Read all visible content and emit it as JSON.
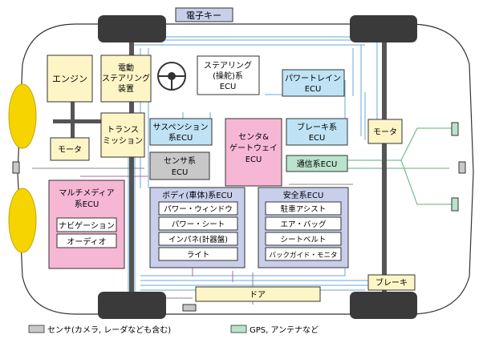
{
  "labels": {
    "electronic_key": "電子キー",
    "engine": "エンジン",
    "power_steering": [
      "電動",
      "ステアリング",
      "装置"
    ],
    "motor_left": "モータ",
    "transmission": [
      "トランス",
      "ミッション"
    ],
    "steering_ecu": [
      "ステアリング",
      "(操舵)系",
      "ECU"
    ],
    "powertrain_ecu": [
      "パワートレイン",
      "ECU"
    ],
    "suspension_ecu": [
      "サスペンション",
      "系ECU"
    ],
    "gateway_ecu": [
      "センタ&",
      "ゲートウェイ",
      "ECU"
    ],
    "brake_ecu": [
      "ブレーキ系",
      "ECU"
    ],
    "motor_right": "モータ",
    "sensor_ecu": [
      "センサ系",
      "ECU"
    ],
    "comm_ecu": "通信系ECU",
    "multimedia_ecu": [
      "マルチメディア",
      "系ECU"
    ],
    "navigation": "ナビゲーション",
    "audio": "オーディオ",
    "body_ecu": "ボディ(車体)系ECU",
    "body_items": [
      "パワー・ウィンドウ",
      "パワー・シート",
      "インパネ(計器盤)",
      "ライト"
    ],
    "safety_ecu": "安全系ECU",
    "safety_items": [
      "駐車アシスト",
      "エア・バッグ",
      "シートベルト",
      "バックガイド・モニタ"
    ],
    "door": "ドア",
    "brake": "ブレーキ"
  },
  "legend": {
    "sensor": "センサ(カメラ, レーダなども含む)",
    "gps": "GPS, アンテナなど"
  },
  "colors": {
    "yellow": "#fdf5c5",
    "blue": "#bfe3f5",
    "pink": "#f6b7d4",
    "gray": "#c8c8c8",
    "green": "#b9e3cd",
    "lavender": "#c9cfea",
    "tire": "#3a3a3a"
  }
}
